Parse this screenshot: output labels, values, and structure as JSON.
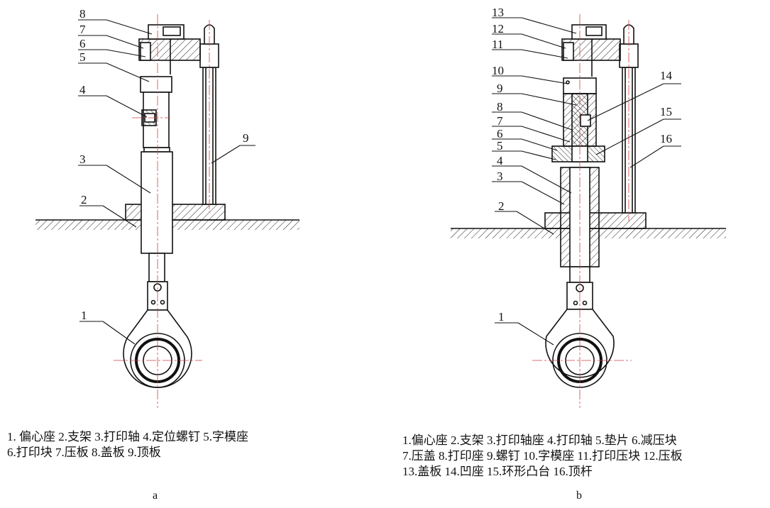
{
  "panel_a": {
    "labels": [
      "1",
      "2",
      "3",
      "4",
      "5",
      "6",
      "7",
      "8",
      "9"
    ],
    "caption_lines": [
      "1. 偏心座  2.支架  3.打印轴  4.定位螺钉  5.字模座",
      "6.打印块  7.压板  8.盖板  9.顶板"
    ],
    "sub_label": "a"
  },
  "panel_b": {
    "labels": [
      "1",
      "2",
      "3",
      "4",
      "5",
      "6",
      "7",
      "8",
      "9",
      "10",
      "11",
      "12",
      "13",
      "14",
      "15",
      "16"
    ],
    "caption_lines": [
      "1.偏心座  2.支架  3.打印轴座  4.打印轴  5.垫片  6.减压块",
      "7.压盖  8.打印座  9.螺钉  10.字模座  11.打印压块  12.压板",
      "13.盖板  14.凹座  15.环形凸台  16.顶杆"
    ],
    "sub_label": "b"
  }
}
